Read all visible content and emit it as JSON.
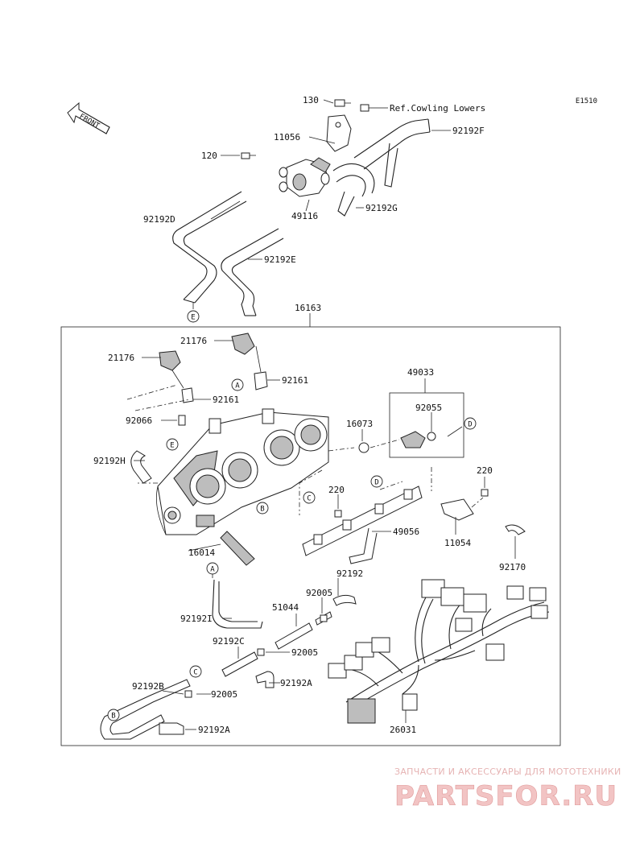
{
  "diagram_code": "E1510",
  "front_label": "FRONT",
  "ref_note": "Ref.Cowling Lowers",
  "watermark": {
    "line1": "ЗАПЧАСТИ И АКСЕССУАРЫ ДЛЯ МОТОТЕХНИКИ",
    "line2": "PARTSFOR.RU"
  },
  "callouts": {
    "p130": "130",
    "p11056": "11056",
    "p120": "120",
    "p92192F": "92192F",
    "p49116": "49116",
    "p92192G": "92192G",
    "p92192D": "92192D",
    "p92192E": "92192E",
    "p16163": "16163",
    "p21176a": "21176",
    "p21176b": "21176",
    "p92161a": "92161",
    "p92161b": "92161",
    "p49033": "49033",
    "p92055": "92055",
    "p16073": "16073",
    "p92066": "92066",
    "p92192H": "92192H",
    "p220a": "220",
    "p220b": "220",
    "p49056": "49056",
    "p11054": "11054",
    "p16014": "16014",
    "p92170": "92170",
    "p92192": "92192",
    "p92005a": "92005",
    "p51044": "51044",
    "p92192I": "92192I",
    "p92192C": "92192C",
    "p92005b": "92005",
    "p92192A1": "92192A",
    "p92192B": "92192B",
    "p92005c": "92005",
    "p92192A2": "92192A",
    "p26031": "26031"
  },
  "markers": {
    "E1": "E",
    "E2": "E",
    "A1": "A",
    "A2": "A",
    "B1": "B",
    "B2": "B",
    "C1": "C",
    "C2": "C",
    "D1": "D",
    "D2": "D"
  }
}
